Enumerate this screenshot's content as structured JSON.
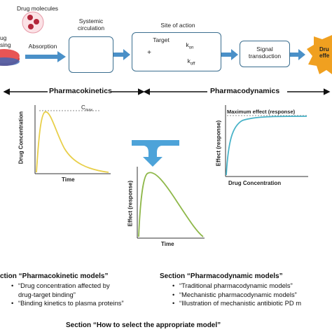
{
  "top": {
    "drug_molecules": "Drug molecules",
    "drug_dosing_partial": "ug\nsing",
    "absorption": "Absorption",
    "systemic_circulation": "Systemic\ncirculation",
    "site_of_action": "Site of action",
    "target": "Target",
    "plus": "+",
    "k_on": "k",
    "k_on_sub": "on",
    "k_off": "k",
    "k_off_sub": "off",
    "signal_transduction": "Signal\ntransduction",
    "drug_effect_partial": "Dru\neffe"
  },
  "bands": {
    "pharmacokinetics": "Pharmacokinetics",
    "pharmacodynamics": "Pharmacodynamics"
  },
  "pk_plot": {
    "ylabel": "Drug Concentration",
    "xlabel": "Time",
    "cmax": "C",
    "cmax_sub": "max"
  },
  "pd_plot": {
    "ylabel": "Effect (response)",
    "xlabel": "Drug Concentration",
    "max_label": "Maximum effect (response)"
  },
  "pkpd_plot": {
    "ylabel": "Effect (response)",
    "xlabel": "Time"
  },
  "sections": {
    "pk": {
      "title": "ction “Pharmacokinetic models”",
      "items": [
        "“Drug concentration affected by",
        "drug-target binding”",
        "“Binding kinetics to plasma proteins”"
      ]
    },
    "pd": {
      "title": "Section “Pharmacodynamic models”",
      "items": [
        "“Traditional pharmacodynamic models”",
        "“Mechanistic pharmacodynamic models”",
        "“Illustration of mechanistic antibiotic PD m"
      ]
    },
    "bottom_title": "Section “How to select the appropriate model”"
  },
  "colors": {
    "box_border": "#3b6e8f",
    "arrow_blue": "#4a90c8",
    "molecule_red": "#b3263a",
    "target_navy": "#2c3e7a",
    "pk_curve": "#e8cf4a",
    "pd_curve": "#49b3c8",
    "pkpd_curve": "#8fb84a",
    "effect_orange": "#f0a020"
  }
}
